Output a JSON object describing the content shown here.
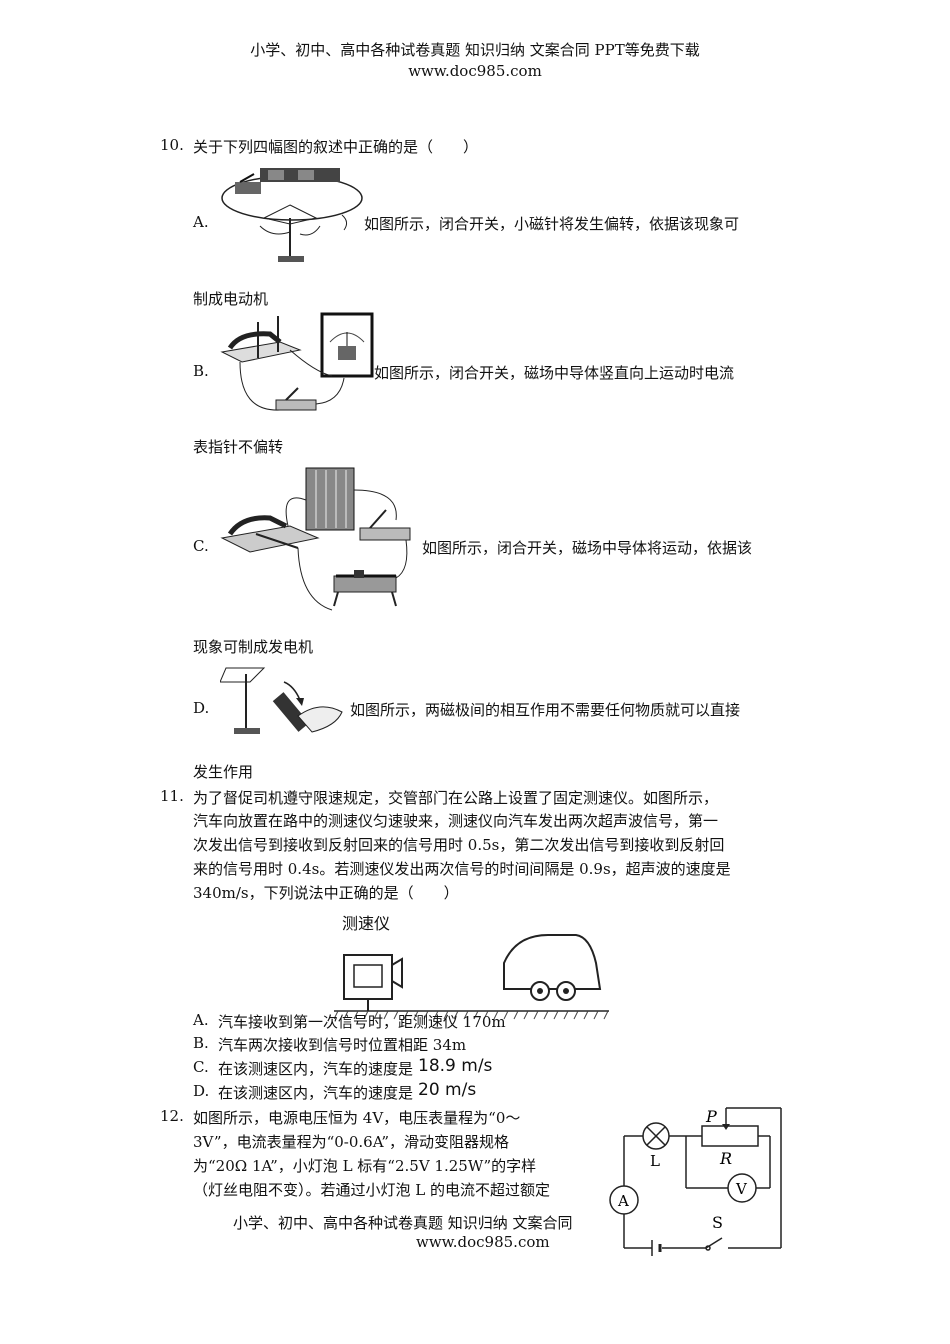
{
  "header": {
    "line1": "小学、初中、高中各种试卷真题 知识归纳 文案合同 PPT等免费下载",
    "line2": "www.doc985.com"
  },
  "q10": {
    "num": "10.",
    "stem": "关于下列四幅图的叙述中正确的是（　　）",
    "options": [
      {
        "label": "A.",
        "text": "如图所示，闭合开关，小磁针将发生偏转，依据该现象可",
        "cont": "制成电动机"
      },
      {
        "label": "B.",
        "text": "如图所示，闭合开关，磁场中导体竖直向上运动时电流",
        "cont": "表指针不偏转"
      },
      {
        "label": "C.",
        "text": "如图所示，闭合开关，磁场中导体将运动，依据该",
        "cont": "现象可制成发电机"
      },
      {
        "label": "D.",
        "text": "如图所示，两磁极间的相互作用不需要任何物质就可以直接",
        "cont": "发生作用"
      }
    ]
  },
  "q11": {
    "num": "11.",
    "lines": [
      "为了督促司机遵守限速规定，交管部门在公路上设置了固定测速仪。如图所示，",
      "汽车向放置在路中的测速仪匀速驶来，测速仪向汽车发出两次超声波信号，第一",
      "次发出信号到接收到反射回来的信号用时 0.5s，第二次发出信号到接收到反射回",
      "来的信号用时 0.4s。若测速仪发出两次信号的时间间隔是 0.9s，超声波的速度是",
      "340m/s，下列说法中正确的是（　　）"
    ],
    "figure_label": "测速仪",
    "options": [
      {
        "label": "A.",
        "text": "汽车接收到第一次信号时，距测速仪 170m"
      },
      {
        "label": "B.",
        "text": "汽车两次接收到信号时位置相距 34m"
      },
      {
        "label": "C.",
        "text": "在该测速区内，汽车的速度是",
        "value": "18.9 m/s"
      },
      {
        "label": "D.",
        "text": "在该测速区内，汽车的速度是",
        "value": "20 m/s"
      }
    ]
  },
  "q12": {
    "num": "12.",
    "lines": [
      "如图所示，电源电压恒为 4V，电压表量程为“0～",
      "3V”，电流表量程为“0-0.6A”，滑动变阻器规格",
      "为“20Ω 1A”，小灯泡 L 标有“2.5V 1.25W”的字样",
      "（灯丝电阻不变）。若通过小灯泡 L 的电流不超过额定"
    ],
    "circuit_labels": {
      "p": "P",
      "r": "R",
      "l": "L",
      "a": "A",
      "v": "V",
      "s": "S"
    }
  },
  "footer": {
    "line1": "小学、初中、高中各种试卷真题 知识归纳 文案合同",
    "line2": "www.doc985.com"
  }
}
